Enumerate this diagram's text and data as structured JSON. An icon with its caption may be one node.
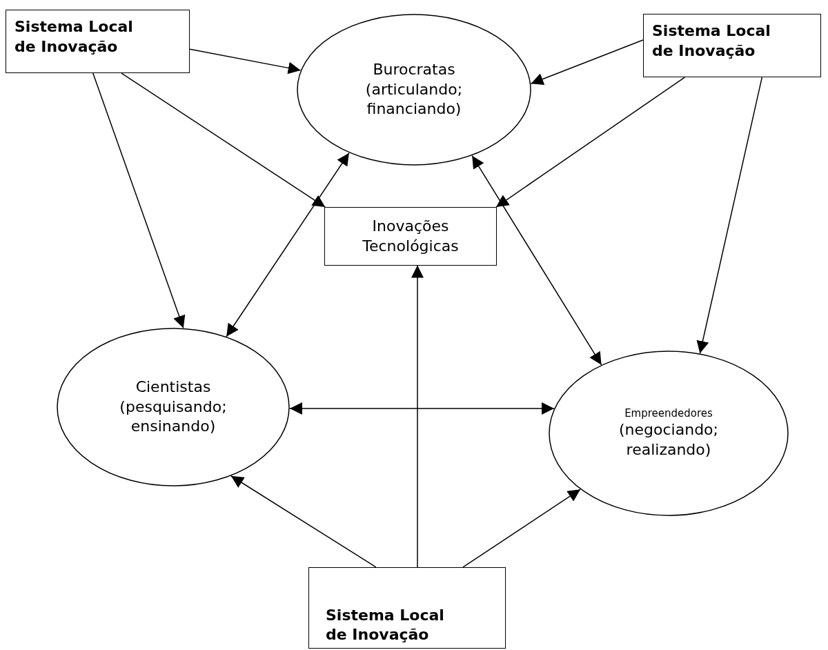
{
  "diagram": {
    "nodes": [
      {
        "text": [
          "Sistema Local de Inovação"
        ]
      },
      {
        "text": [
          "Sistema Local de Inovação"
        ]
      },
      {
        "text": [
          "Burocratas (articulando; financiando)"
        ]
      },
      {
        "text": [
          "Inovações Tecnológicas"
        ]
      },
      {
        "text": [
          "Cientistas",
          "(pesquisando; ensinando)"
        ]
      },
      {
        "text": [
          "Empreendedores",
          "(negociando; realizando)"
        ]
      },
      {
        "text": [
          "Sistema Local de Inovação"
        ]
      }
    ],
    "edges": [
      {
        "from": 0,
        "to": 2,
        "arrow": "to"
      },
      {
        "from": 0,
        "to": 4,
        "arrow": "to"
      },
      {
        "from": 0,
        "to": 3,
        "arrow": "to"
      },
      {
        "from": 1,
        "to": 2,
        "arrow": "to"
      },
      {
        "from": 1,
        "to": 3,
        "arrow": "to"
      },
      {
        "from": 1,
        "to": 5,
        "arrow": "to"
      },
      {
        "from": 2,
        "to": 4,
        "arrow": "both"
      },
      {
        "from": 2,
        "to": 5,
        "arrow": "both"
      },
      {
        "from": 4,
        "to": 5,
        "arrow": "both"
      },
      {
        "from": 6,
        "to": 3,
        "arrow": "to"
      },
      {
        "from": 6,
        "to": 4,
        "arrow": "to"
      },
      {
        "from": 6,
        "to": 5,
        "arrow": "to"
      }
    ]
  }
}
